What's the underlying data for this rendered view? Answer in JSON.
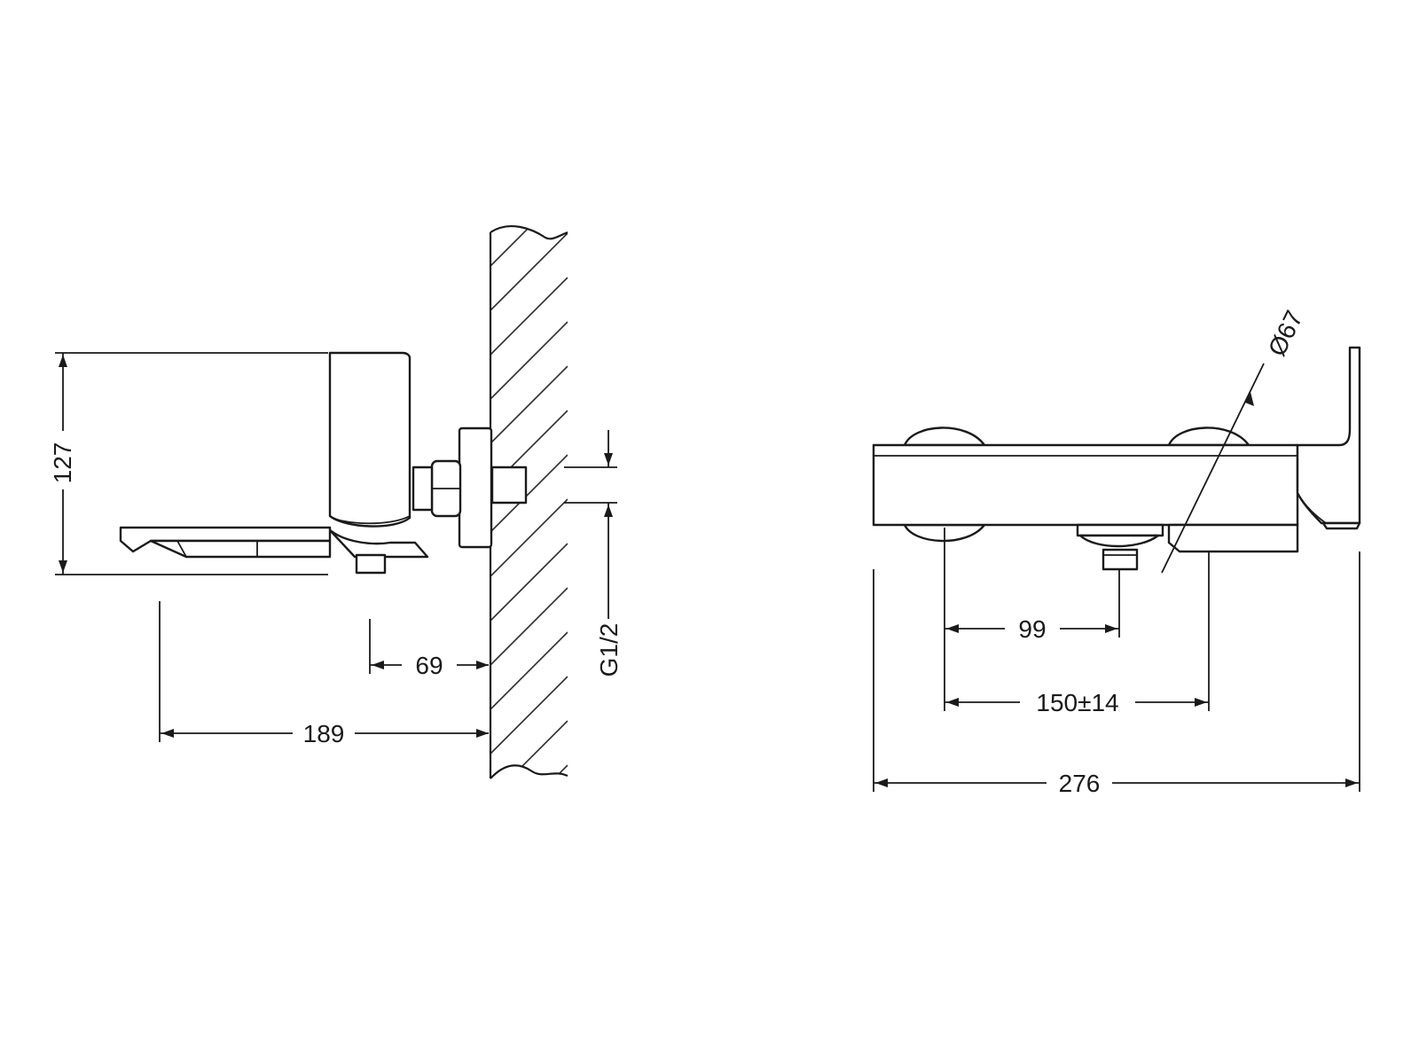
{
  "diagram": {
    "side_view": {
      "dimensions": {
        "height": "127",
        "projection_total": "189",
        "body_offset": "69",
        "inlet_thread": "G1/2"
      }
    },
    "front_view": {
      "dimensions": {
        "outlet_offset": "99",
        "inlet_spacing": "150±14",
        "overall_width": "276",
        "escutcheon_diameter": "Ø67"
      }
    }
  }
}
